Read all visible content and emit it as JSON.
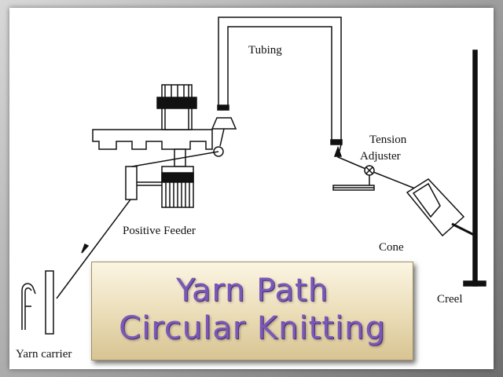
{
  "diagram": {
    "labels": {
      "tubing": "Tubing",
      "tension_adjuster_line1": "Tension",
      "tension_adjuster_line2": "Adjuster",
      "positive_feeder": "Positive Feeder",
      "cone": "Cone",
      "creel": "Creel",
      "yarn_carrier": "Yarn carrier"
    },
    "title": {
      "line1": "Yarn Path",
      "line2": "Circular Knitting"
    },
    "colors": {
      "frame": "#9a9a9a",
      "line": "#111111",
      "title_text": "#7b58b8",
      "title_box": "#eadcb6"
    }
  }
}
